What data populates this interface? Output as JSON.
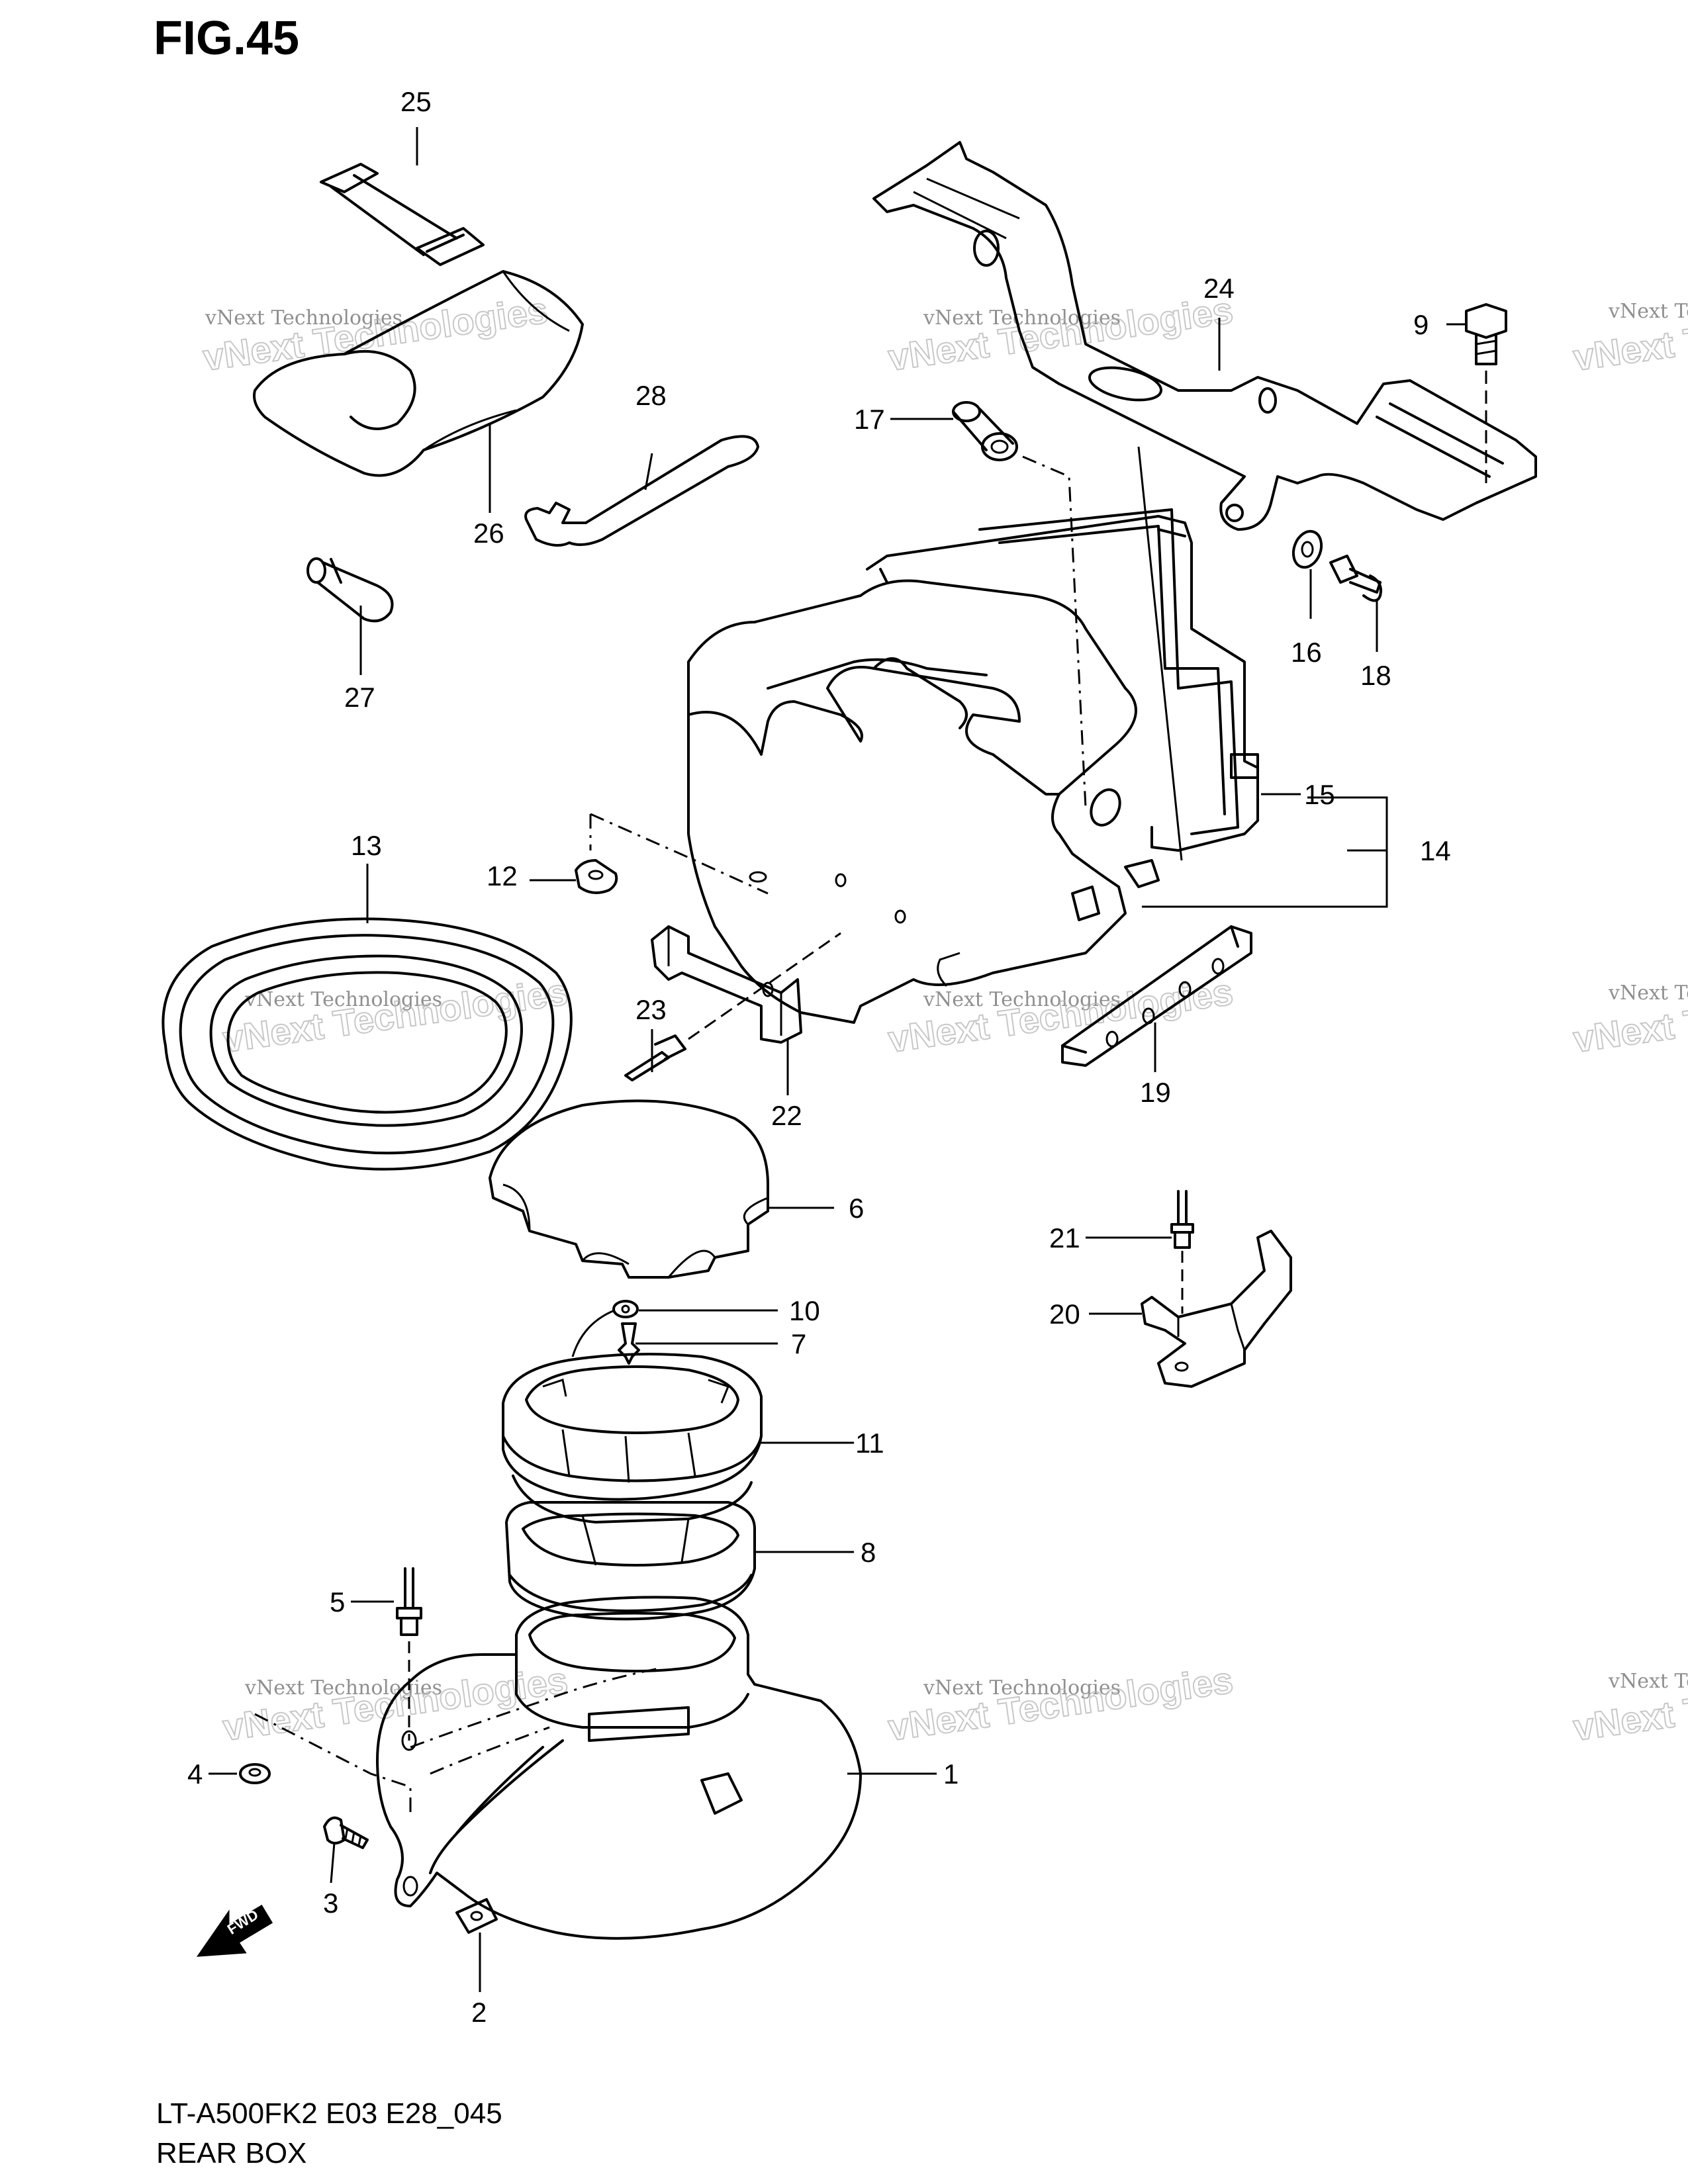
{
  "figure": {
    "title": "FIG.45",
    "model_code": "LT-A500FK2 E03 E28_045",
    "section_name": "REAR BOX"
  },
  "watermark": {
    "line1": "vNext Technologies",
    "line2": "vNext Technologies"
  },
  "direction_marker": "FWD",
  "callouts": {
    "c1": "1",
    "c2": "2",
    "c3": "3",
    "c4": "4",
    "c5": "5",
    "c6": "6",
    "c7": "7",
    "c8": "8",
    "c9": "9",
    "c10": "10",
    "c11": "11",
    "c12": "12",
    "c13": "13",
    "c14": "14",
    "c15": "15",
    "c16": "16",
    "c17": "17",
    "c18": "18",
    "c19": "19",
    "c20": "20",
    "c21": "21",
    "c22": "22",
    "c23": "23",
    "c24": "24",
    "c25": "25",
    "c26": "26",
    "c27": "27",
    "c28": "28"
  }
}
